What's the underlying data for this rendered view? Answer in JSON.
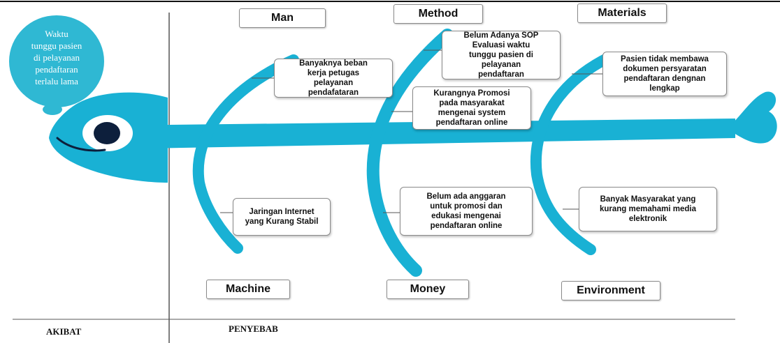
{
  "colors": {
    "fish": "#19b1d4",
    "bubble": "#2fb8d3",
    "line": "#555555"
  },
  "effect": {
    "bubble_text": "Waktu\ntunggu pasien\ndi pelayanan\npendaftaran\nterlalu lama"
  },
  "categories": {
    "man": "Man",
    "method": "Method",
    "materials": "Materials",
    "machine": "Machine",
    "money": "Money",
    "environment": "Environment"
  },
  "causes": {
    "man": "Banyaknya beban\nkerja petugas\npelayanan\npendafataran",
    "method_1": "Belum Adanya SOP\nEvaluasi waktu\ntunggu pasien di\npelayanan\npendaftaran",
    "method_2": "Kurangnya Promosi\npada masyarakat\nmengenai system\npendaftaran online",
    "materials": "Pasien tidak membawa\ndokumen persyaratan\npendaftaran dengnan\nlengkap",
    "machine": "Jaringan Internet\nyang Kurang Stabil",
    "money": "Belum ada anggaran\nuntuk promosi dan\nedukasi mengenai\npendaftaran online",
    "environment": "Banyak Masyarakat yang\nkurang memahami media\nelektronik"
  },
  "footer": {
    "left": "AKIBAT",
    "right": "PENYEBAB"
  }
}
